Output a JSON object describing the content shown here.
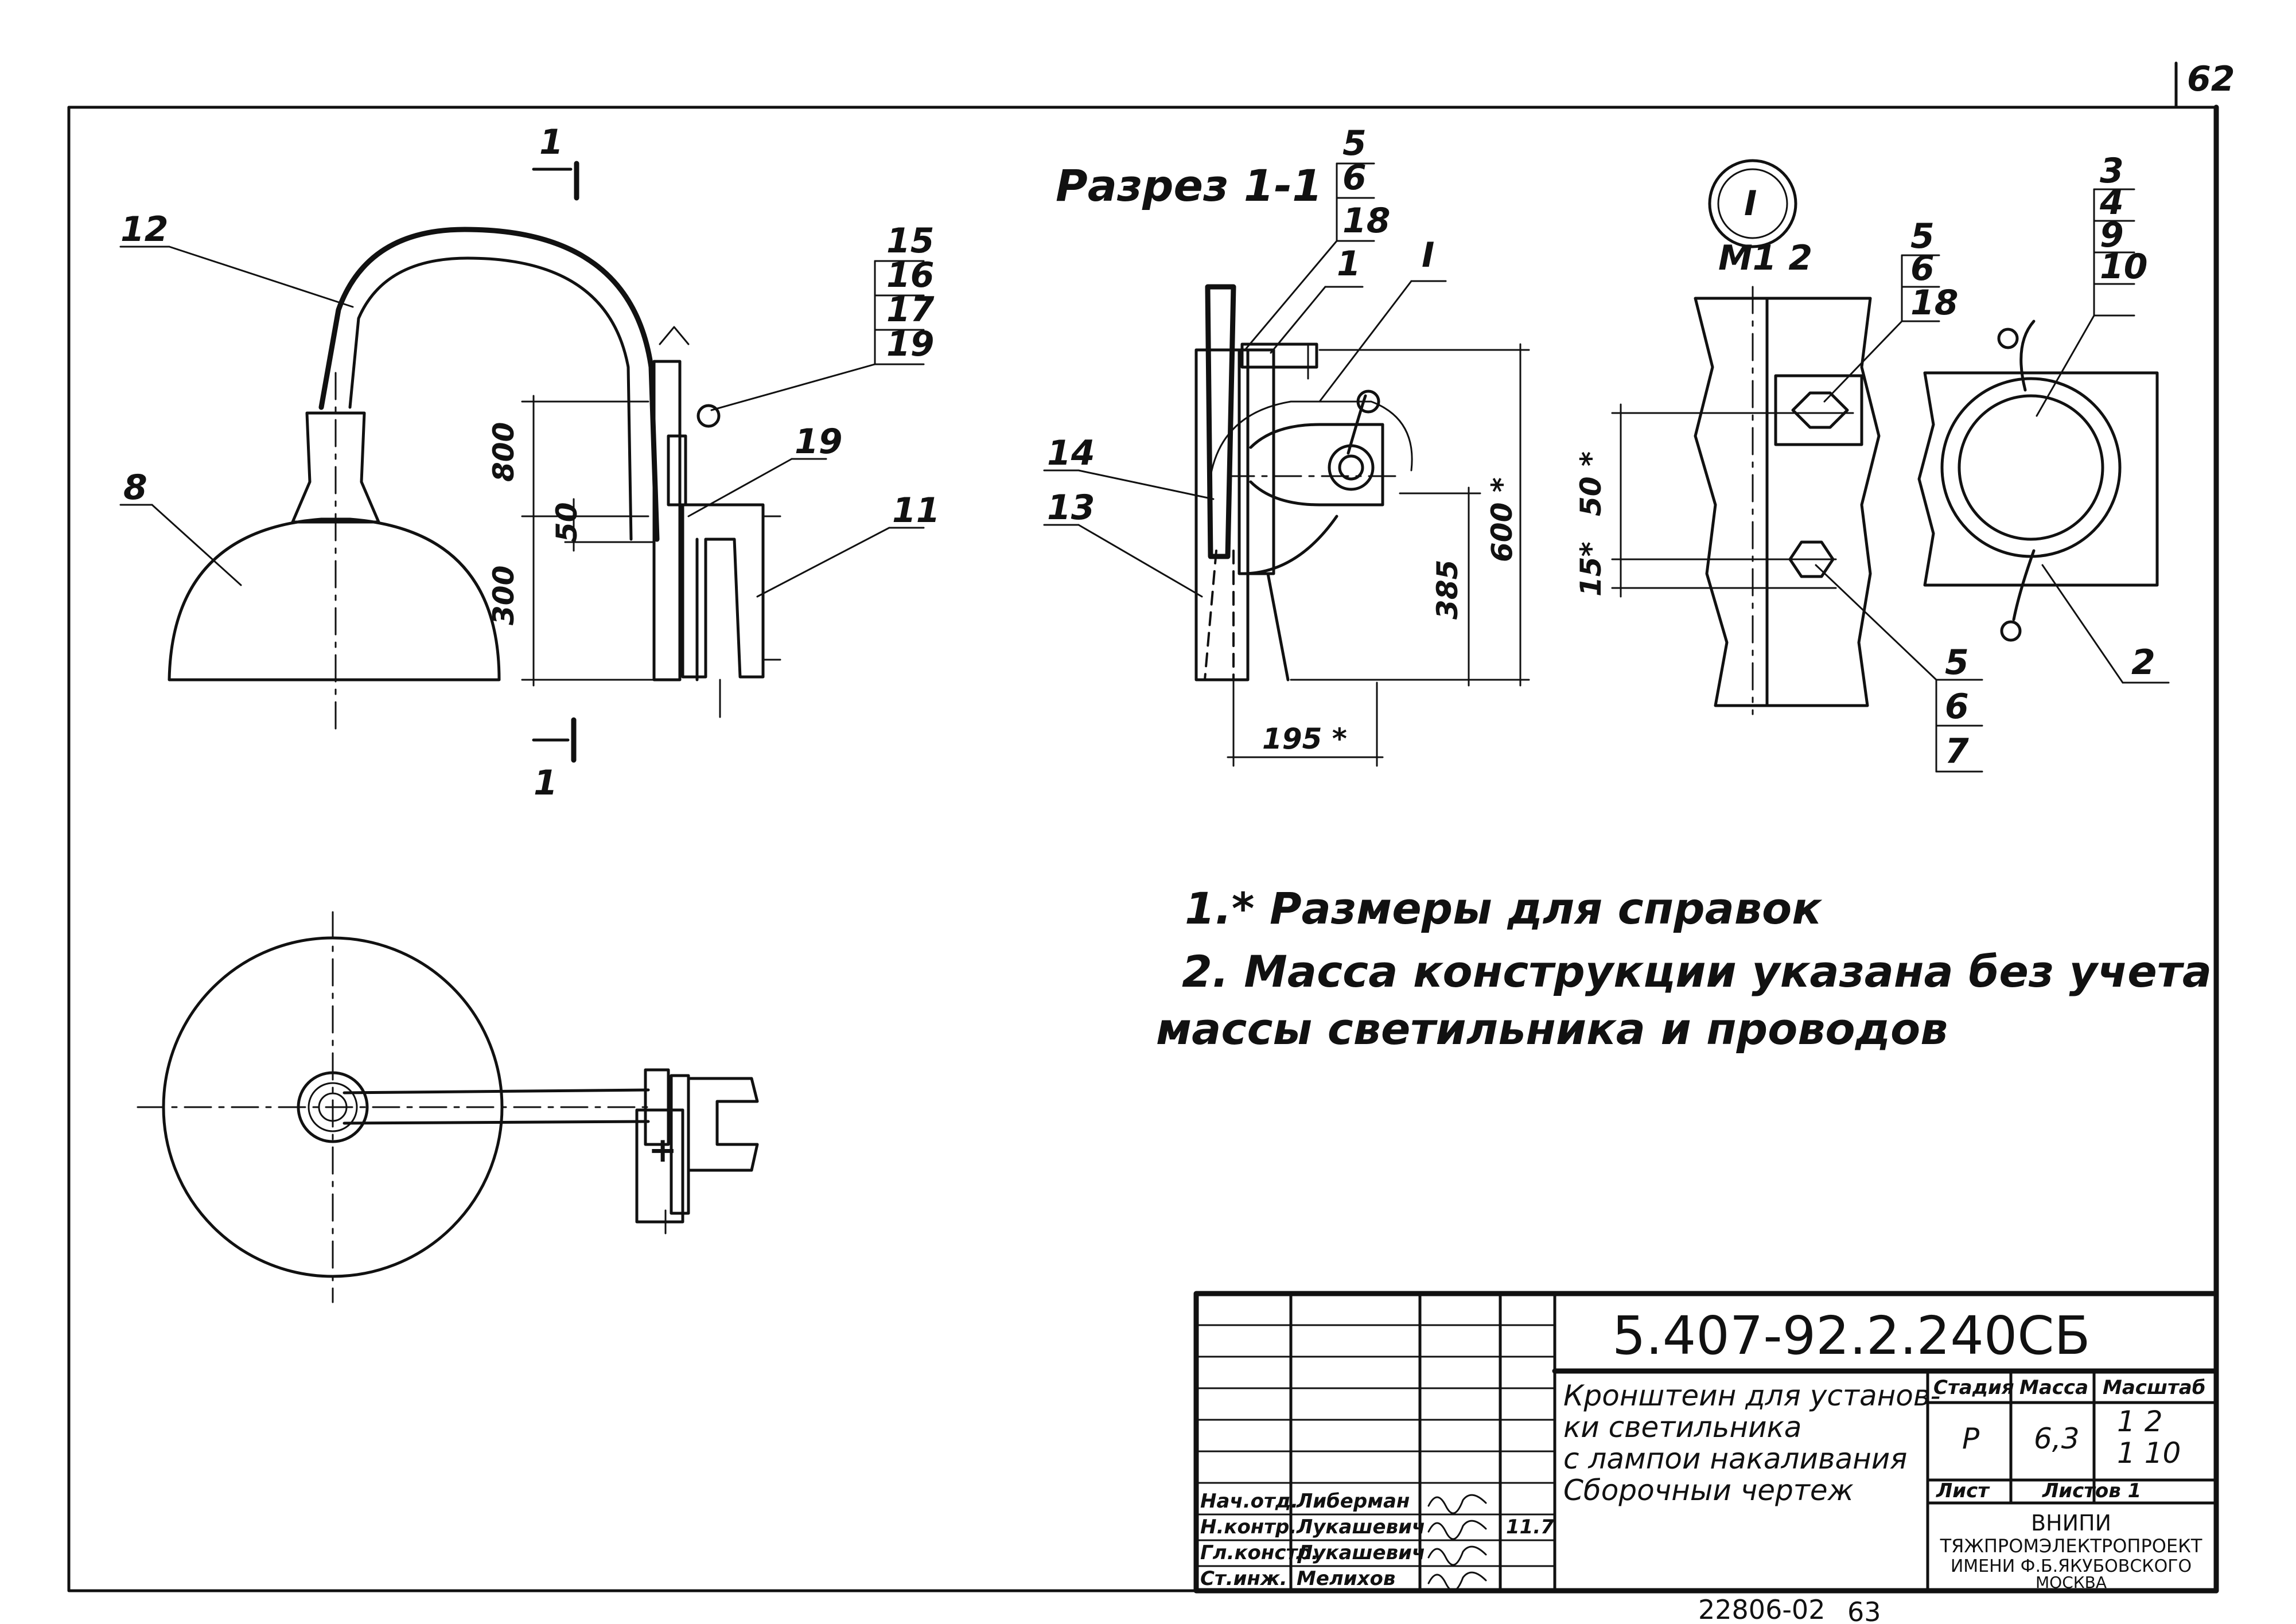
{
  "sheet": {
    "page_number": "62",
    "bottom_code": "22806-02",
    "bottom_page": "63"
  },
  "views": {
    "section_title": "Разрез 1-1",
    "section_mark": "1",
    "detail_id": "I",
    "detail_scale": "М1 2"
  },
  "dimensions": {
    "d800": "800",
    "d50": "50",
    "d300": "300",
    "d600": "600 *",
    "d385": "385",
    "d195": "195 *",
    "d50s": "50 *",
    "d15s": "15*"
  },
  "callouts": {
    "c12": "12",
    "c8": "8",
    "c19a": "19",
    "c11": "11",
    "stack_side": [
      "15",
      "16",
      "17",
      "19"
    ],
    "stack_section": [
      "5",
      "6",
      "18"
    ],
    "c1": "1",
    "c14": "14",
    "c13": "13",
    "stack_detail_top": [
      "5",
      "6",
      "18"
    ],
    "stack_detail_right": [
      "3",
      "4",
      "9",
      "10"
    ],
    "stack_detail_bottom": [
      "5",
      "6",
      "7"
    ],
    "c2": "2"
  },
  "notes": [
    "1.* Размеры для справок",
    "2. Масса конструкции указана без учета",
    "массы светильника и проводов"
  ],
  "title_block": {
    "designation": "5.407-92.2.240СБ",
    "title_lines": [
      "Кронштеин для установ-",
      "ки светильника",
      "с лампои накаливания",
      "Сборочныи чертеж"
    ],
    "stage_header": "Стадия",
    "mass_header": "Масса",
    "scale_header": "Масштаб",
    "stage": "Р",
    "mass": "6,3",
    "scales": [
      "1 2",
      "1 10"
    ],
    "sheet_label": "Лист",
    "sheets_label": "Листов 1",
    "org_lines": [
      "ВНИПИ",
      "ТЯЖПРОМЭЛЕКТРОПРОЕКТ",
      "ИМЕНИ Ф.Б.ЯКУБОВСКОГО",
      "МОСКВА"
    ],
    "roles": [
      "Нач.отд.",
      "Н.контр.",
      "Гл.констр.",
      "Ст.инж."
    ],
    "names": [
      "Либерман",
      "Лукашевич",
      "Лукашевич",
      "Мелихов"
    ],
    "date_note": "11.7"
  }
}
